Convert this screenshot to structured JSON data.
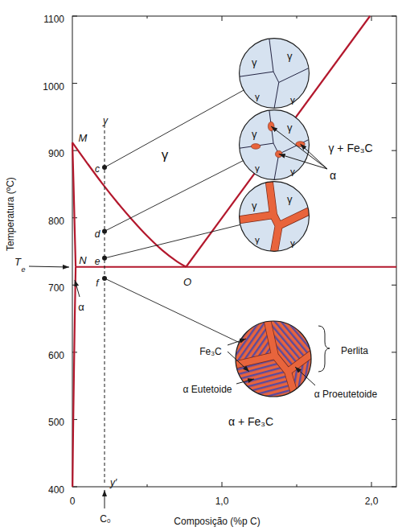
{
  "diagram": {
    "nodes": [
      {
        "text": [
          "γ",
          "γ",
          "γ",
          "γ"
        ]
      },
      {
        "text": [
          "γ",
          "γ",
          "γ",
          "γ"
        ]
      },
      {
        "text": [
          "γ",
          "γ",
          "γ",
          "γ"
        ]
      }
    ],
    "labels": [
      "1100",
      "1000",
      "900",
      "800",
      "700",
      "600",
      "500",
      "400",
      "Temperatura (ºC)",
      "0",
      "1,0",
      "2,0",
      "Composição (%p C)",
      "C₀",
      "γ",
      "γ + Fe₃C",
      "α + Fe₃C",
      "M",
      "N",
      "O",
      "T",
      "e",
      "α",
      "y",
      "c",
      "d",
      "e",
      "f",
      "y′",
      "α",
      "Perlita",
      "Fe₃C",
      "α Eutetoide",
      "α Proeutetoide"
    ]
  }
}
